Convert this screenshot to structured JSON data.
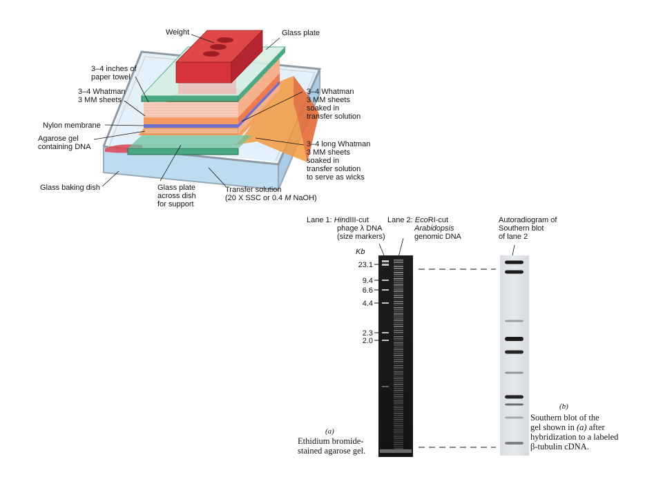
{
  "apparatus": {
    "labels": {
      "weight": "Weight",
      "glass_plate_top": "Glass plate",
      "paper_towel": [
        "3–4 inches of",
        "paper towel"
      ],
      "whatman_top": [
        "3–4 Whatman",
        "3 MM sheets"
      ],
      "nylon": "Nylon membrane",
      "agarose": [
        "Agarose gel",
        "containing DNA"
      ],
      "baking_dish": "Glass baking dish",
      "glass_plate_support": [
        "Glass plate",
        "across dish",
        "for support"
      ],
      "transfer_solution": [
        "Transfer solution",
        "(20 X SSC or 0.4 ",
        "M",
        " NaOH)"
      ],
      "whatman_soaked": [
        "3–4 Whatman",
        "3 MM sheets",
        "soaked in",
        "transfer solution"
      ],
      "whatman_wicks": [
        "3–4 long Whatman",
        "3 MM sheets",
        "soaked in",
        "transfer solution",
        "to serve as wicks"
      ]
    },
    "colors": {
      "weight_front": "#d8333a",
      "weight_top": "#e04848",
      "plate": "#49a982",
      "towel": "#f5c9b5",
      "whatman": "#f59a62",
      "membrane": "#6b6fd1",
      "solution": "#bcdcf0",
      "wick": "#f39a3c"
    }
  },
  "gel": {
    "lane1_title": [
      "Lane 1: ",
      "Hin",
      "dIII-cut",
      "phage λ DNA",
      "(size markers)"
    ],
    "lane2_title": [
      "Lane 2: ",
      "Eco",
      "RI-cut",
      "Arabidopsis",
      "genomic DNA"
    ],
    "kb_label": "Kb",
    "markers": [
      "23.1",
      "9.4",
      "6.6",
      "4.4",
      "2.3",
      "2.0"
    ],
    "panel_letter": "(a)",
    "caption": [
      "Ethidium bromide-",
      "stained agarose gel."
    ]
  },
  "blot": {
    "title": [
      "Autoradiogram of",
      "Southern blot",
      "of lane 2"
    ],
    "panel_letter": "(b)",
    "caption": [
      "Southern blot of the",
      "gel shown in ",
      "(a)",
      " after",
      "hybridization to a labeled",
      "β-tubulin cDNA."
    ]
  }
}
